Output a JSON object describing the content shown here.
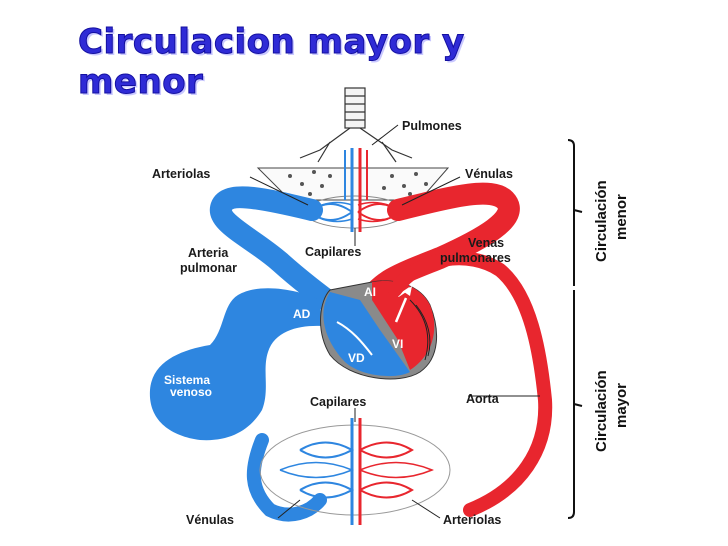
{
  "title": "Circulacion mayor y menor",
  "labels": {
    "pulmones": "Pulmones",
    "arteriolas_top": "Arteriolas",
    "venulas_top": "Vénulas",
    "capilares_top": "Capilares",
    "arteria_pulmonar_1": "Arteria",
    "arteria_pulmonar_2": "pulmonar",
    "venas_pulmonares_1": "Venas",
    "venas_pulmonares_2": "pulmonares",
    "ad": "AD",
    "ai": "AI",
    "vd": "VD",
    "vi": "VI",
    "sistema_venoso_1": "Sistema",
    "sistema_venoso_2": "venoso",
    "capilares_bottom": "Capilares",
    "aorta": "Aorta",
    "venulas_bottom": "Vénulas",
    "arteriolas_bottom": "Arteriolas",
    "circulacion_menor_1": "Circulación",
    "circulacion_menor_2": "menor",
    "circulacion_mayor_1": "Circulación",
    "circulacion_mayor_2": "mayor"
  },
  "colors": {
    "venous": "#2e86e0",
    "arterial": "#e8262e",
    "title": "#2f2bd6"
  }
}
